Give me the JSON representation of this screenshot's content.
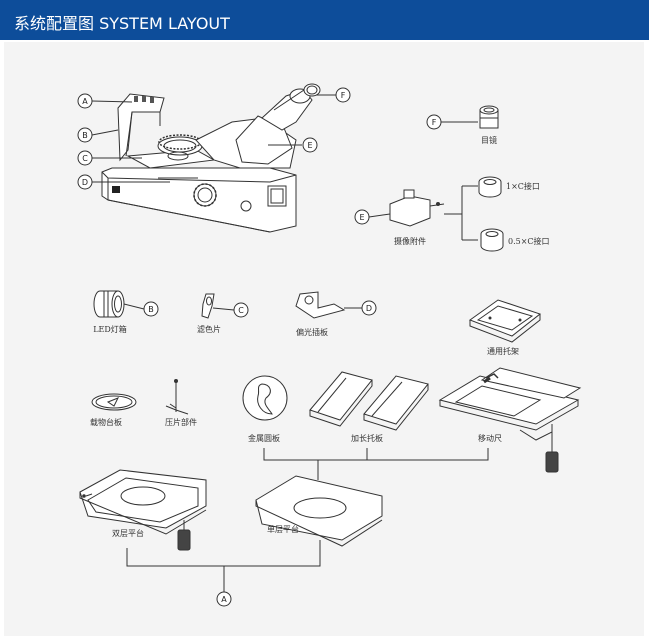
{
  "header": {
    "title": "系统配置图 SYSTEM LAYOUT",
    "bg_color": "#0d4d9a",
    "text_color": "#ffffff"
  },
  "callouts": {
    "A": "A",
    "B": "B",
    "C": "C",
    "D": "D",
    "E": "E",
    "F": "F"
  },
  "labels": {
    "eyepiece": "目镜",
    "c1x": "1×C接口",
    "c05x": "0.5×C接口",
    "camera_attachment": "摄像附件",
    "led_lamp_box": "LED灯箱",
    "filter": "滤色片",
    "polarizer_slot": "偏光插板",
    "universal_holder": "通用托架",
    "stage_plate": "载物台板",
    "clip_parts": "压片部件",
    "metal_disc": "金属圆板",
    "extended_holder": "加长托板",
    "mechanical_stage": "移动尺",
    "double_stage": "双层平台",
    "single_stage": "单层平台"
  }
}
